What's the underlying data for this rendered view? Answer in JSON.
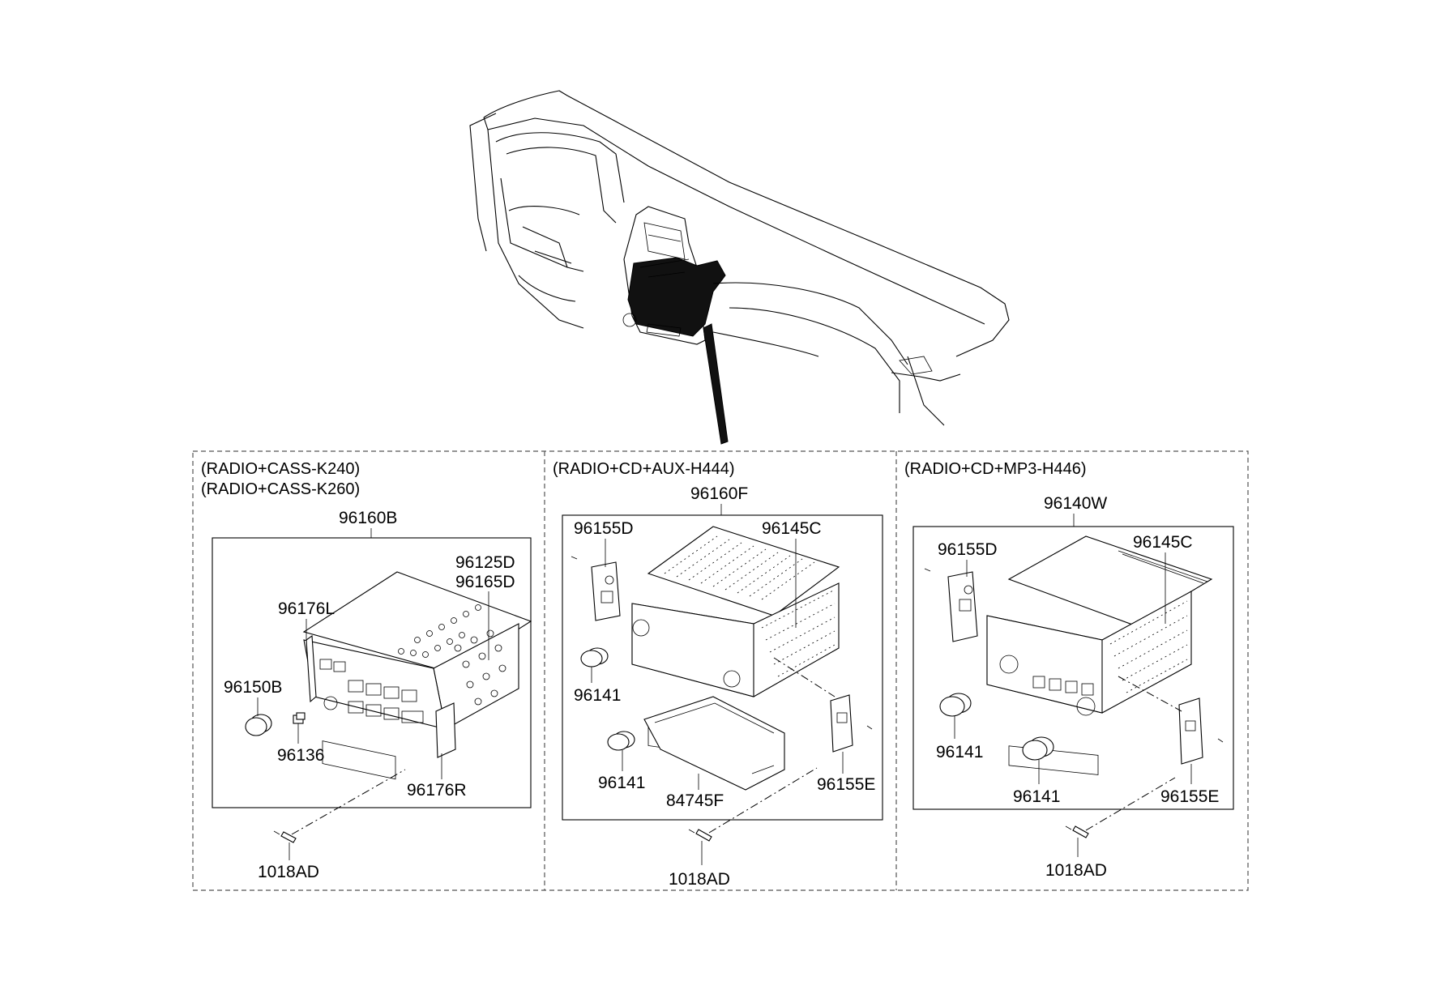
{
  "panels": [
    {
      "id": "left",
      "headers": [
        "(RADIO+CASS-K240)",
        "(RADIO+CASS-K260)"
      ],
      "assembly": "96160B",
      "parts": [
        "96125D",
        "96165D",
        "96176L",
        "96150B",
        "96136",
        "96176R"
      ],
      "screw": "1018AD"
    },
    {
      "id": "middle",
      "headers": [
        "(RADIO+CD+AUX-H444)"
      ],
      "assembly": "96160F",
      "parts": [
        "96155D",
        "96145C",
        "96141",
        "96141",
        "84745F",
        "96155E"
      ],
      "screw": "1018AD"
    },
    {
      "id": "right",
      "headers": [
        "(RADIO+CD+MP3-H446)"
      ],
      "assembly": "96140W",
      "parts": [
        "96155D",
        "96145C",
        "96141",
        "96141",
        "96155E"
      ],
      "screw": "1018AD"
    }
  ]
}
